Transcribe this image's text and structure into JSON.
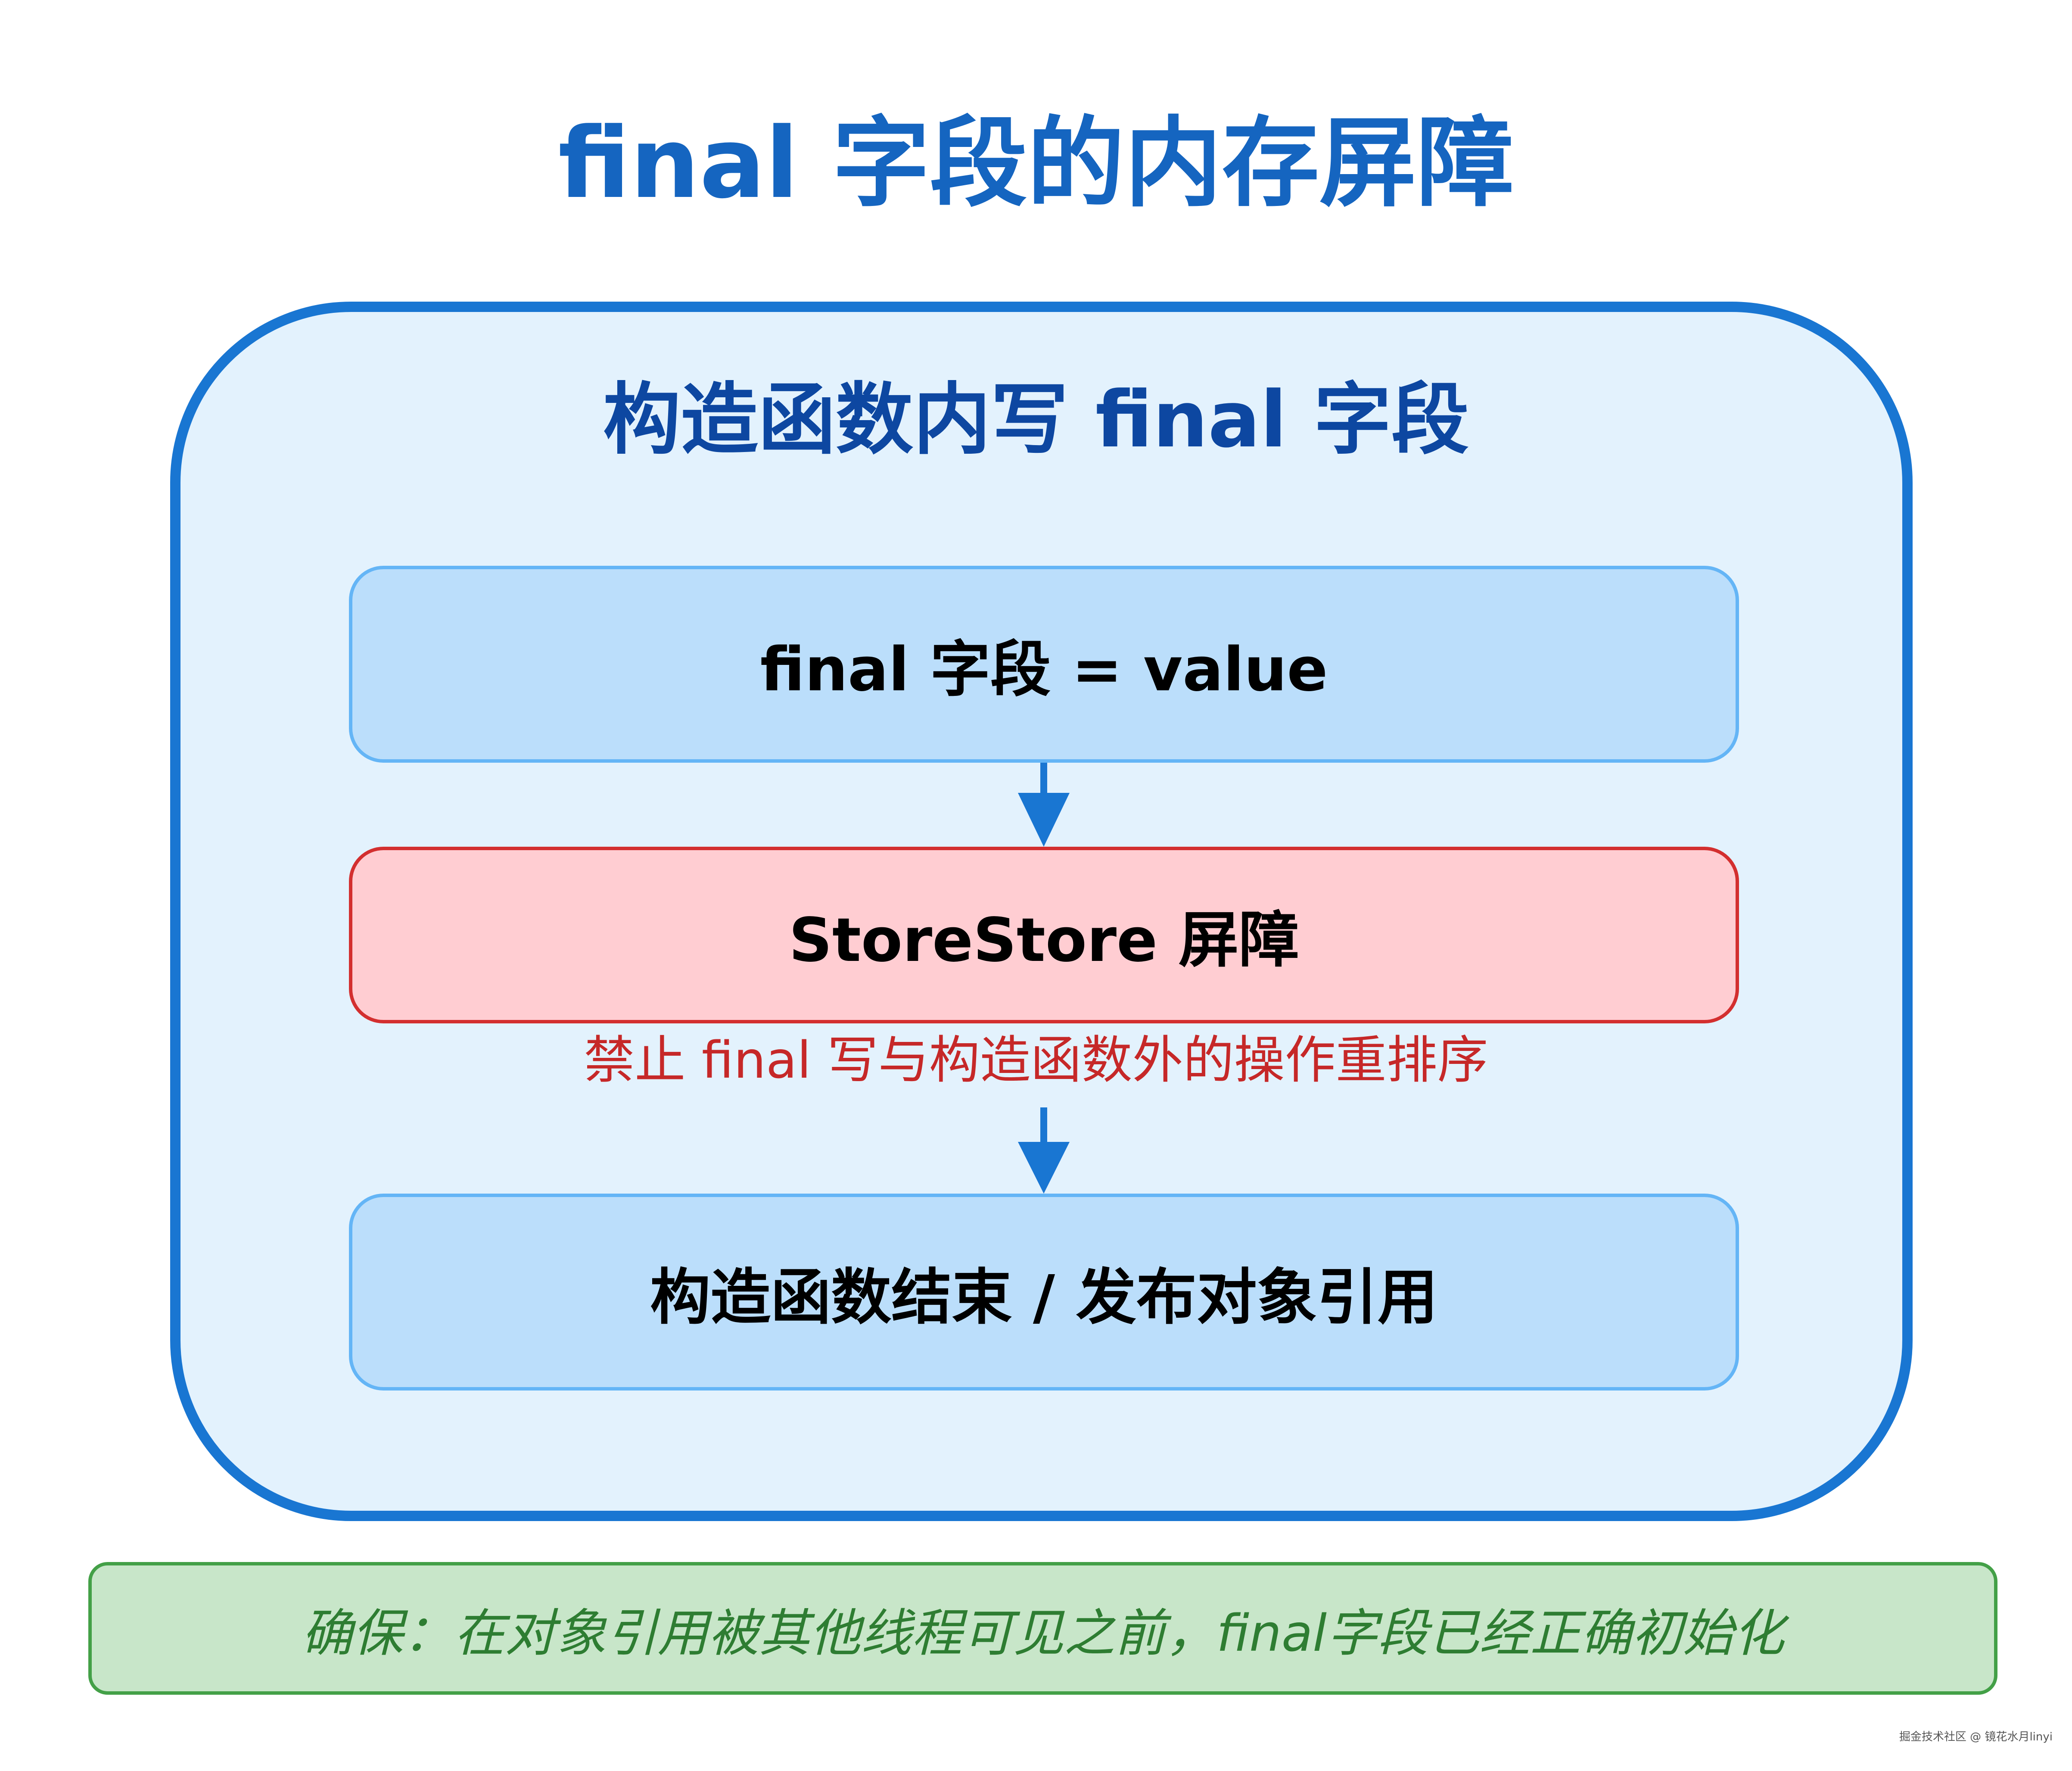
{
  "title": "final 字段的内存屏障",
  "container": {
    "title": "构造函数内写 final 字段"
  },
  "steps": [
    {
      "label": "final 字段 = value"
    },
    {
      "label": "StoreStore 屏障"
    },
    {
      "label": "构造函数结束 / 发布对象引用"
    }
  ],
  "barrier_note": "禁止 final 写与构造函数外的操作重排序",
  "footer": "确保：在对象引用被其他线程可见之前，final字段已经正确初始化",
  "watermark": "掘金技术社区 @ 镜花水月linyi",
  "colors": {
    "title": "#1565c0",
    "container_border": "#1976d2",
    "container_fill": "#e3f2fd",
    "step_fill": "#bbdefb",
    "step_border": "#64b5f6",
    "barrier_fill": "#ffcdd2",
    "barrier_border": "#d32f2f",
    "note": "#c62828",
    "footer_fill": "#c8e6c9",
    "footer_border": "#43a047",
    "footer_text": "#2e7d32"
  }
}
